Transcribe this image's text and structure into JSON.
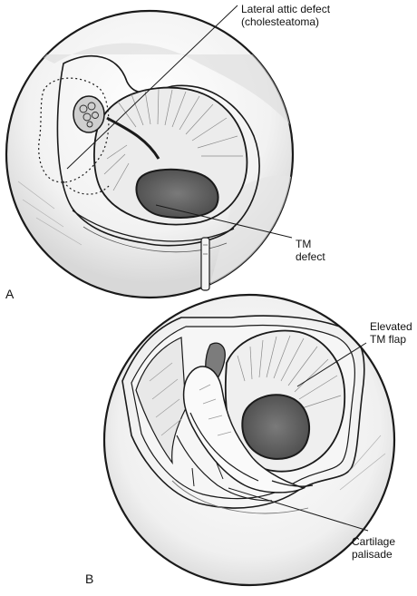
{
  "panels": [
    {
      "letter": "A",
      "labels": {
        "attic_defect": {
          "line1": "Lateral attic defect",
          "line2": "(cholesteatoma)"
        },
        "tm_defect": {
          "line1": "TM",
          "line2": "defect"
        }
      }
    },
    {
      "letter": "B",
      "labels": {
        "tm_flap": {
          "line1": "Elevated",
          "line2": "TM flap"
        },
        "cartilage": {
          "line1": "Cartilage",
          "line2": "palisade"
        }
      }
    }
  ],
  "colors": {
    "ink": "#1a1a1a",
    "shade": "#9a9a9a",
    "dark_shade": "#5e5e5e",
    "background": "#ffffff"
  }
}
